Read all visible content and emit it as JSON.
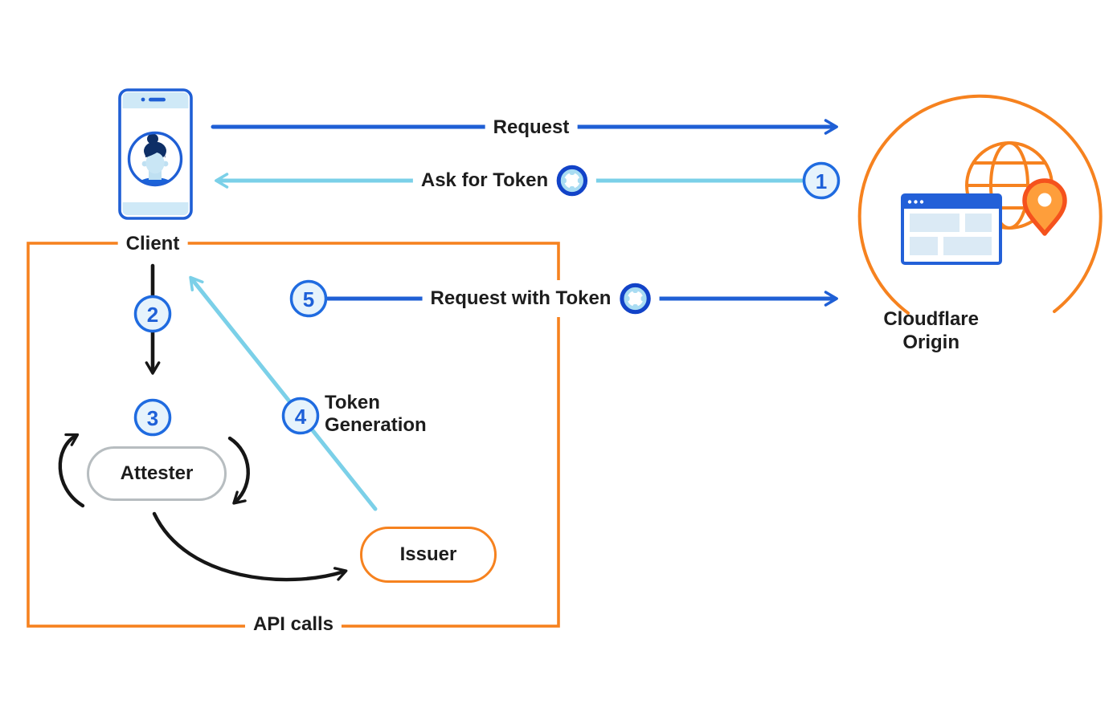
{
  "nodes": {
    "client": {
      "label": "Client"
    },
    "origin": {
      "line1": "Cloudflare",
      "line2": "Origin"
    },
    "attester": {
      "label": "Attester"
    },
    "issuer": {
      "label": "Issuer"
    }
  },
  "flows": {
    "request": {
      "label": "Request"
    },
    "ask_for_token": {
      "label": "Ask for Token",
      "step": "1"
    },
    "client_to_attester": {
      "step": "2"
    },
    "attester_check": {
      "step": "3"
    },
    "token_generation": {
      "line1": "Token",
      "line2": "Generation",
      "step": "4"
    },
    "request_with_token": {
      "label": "Request with Token",
      "step": "5"
    },
    "api_calls": {
      "label": "API calls"
    }
  },
  "icons": {
    "token": "token-icon",
    "client": "smartphone-with-user-avatar",
    "origin": "globe-browser-window-location-pin"
  },
  "colors": {
    "blue": "#1f5fd5",
    "light_blue": "#7bd0e8",
    "orange": "#f6821f",
    "ink": "#1d1d1d",
    "badge_fill": "#e6f3fc",
    "badge_ring": "#1f6be0",
    "attester_gray": "#b7bdc0",
    "token_fill": "#a9dcf2",
    "token_ring": "#1243c8",
    "pin_red": "#f5521d",
    "pin_orange": "#fe9e3b"
  }
}
